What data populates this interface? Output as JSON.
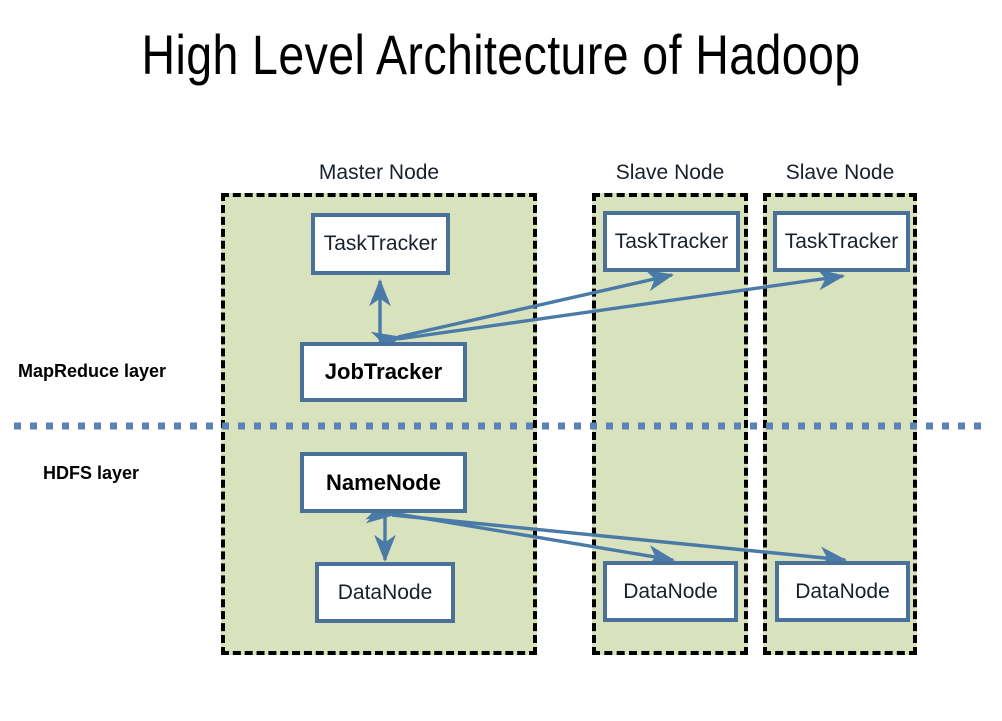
{
  "title": "High Level Architecture of Hadoop",
  "layers": [
    {
      "id": "mapreduce",
      "label": "MapReduce layer"
    },
    {
      "id": "hdfs",
      "label": "HDFS layer"
    }
  ],
  "groups": [
    {
      "id": "master",
      "caption": "Master Node"
    },
    {
      "id": "slave1",
      "caption": "Slave Node"
    },
    {
      "id": "slave2",
      "caption": "Slave Node"
    }
  ],
  "nodes": {
    "master_tasktracker": "TaskTracker",
    "master_jobtracker": "JobTracker",
    "master_namenode": "NameNode",
    "master_datanode": "DataNode",
    "slave1_tasktracker": "TaskTracker",
    "slave1_datanode": "DataNode",
    "slave2_tasktracker": "TaskTracker",
    "slave2_datanode": "DataNode"
  },
  "colors": {
    "group_fill": "#d8e2bc",
    "group_border": "#000000",
    "node_border": "#4a7199",
    "node_fill": "#ffffff",
    "arrow": "#4a7aa8",
    "divider": "#5b83b5",
    "title_text": "#000000"
  }
}
